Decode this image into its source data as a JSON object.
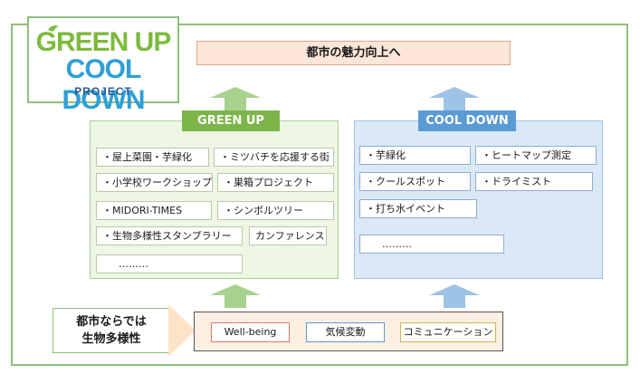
{
  "logo": {
    "line1": "GREEN UP",
    "line2": "COOL DOWN",
    "line3": "PROJECT"
  },
  "goal": "都市の魅力向上へ",
  "green_up": {
    "title": "GREEN UP",
    "items": [
      "・屋上菜園・芋緑化",
      "・ミツバチを応援する街",
      "・小学校ワークショップ",
      "・巣箱プロジェクト",
      "・MIDORI-TIMES",
      "・シンボルツリー",
      "・生物多様性スタンプラリー",
      "カンファレンス",
      "………"
    ]
  },
  "cool_down": {
    "title": "COOL DOWN",
    "items": [
      "・芋緑化",
      "・ヒートマップ測定",
      "・クールスポット",
      "・ドライミスト",
      "・打ち水イベント",
      "………"
    ]
  },
  "foundation": {
    "line1": "都市ならでは",
    "line2": "生物多様性"
  },
  "base": [
    "Well-being",
    "気候変動",
    "コミュニケーション"
  ],
  "colors": {
    "green": "#7db54a",
    "blue": "#5b9bd5",
    "goal_bg": "#fce6d8",
    "base_bg": "#fdf0e2"
  }
}
